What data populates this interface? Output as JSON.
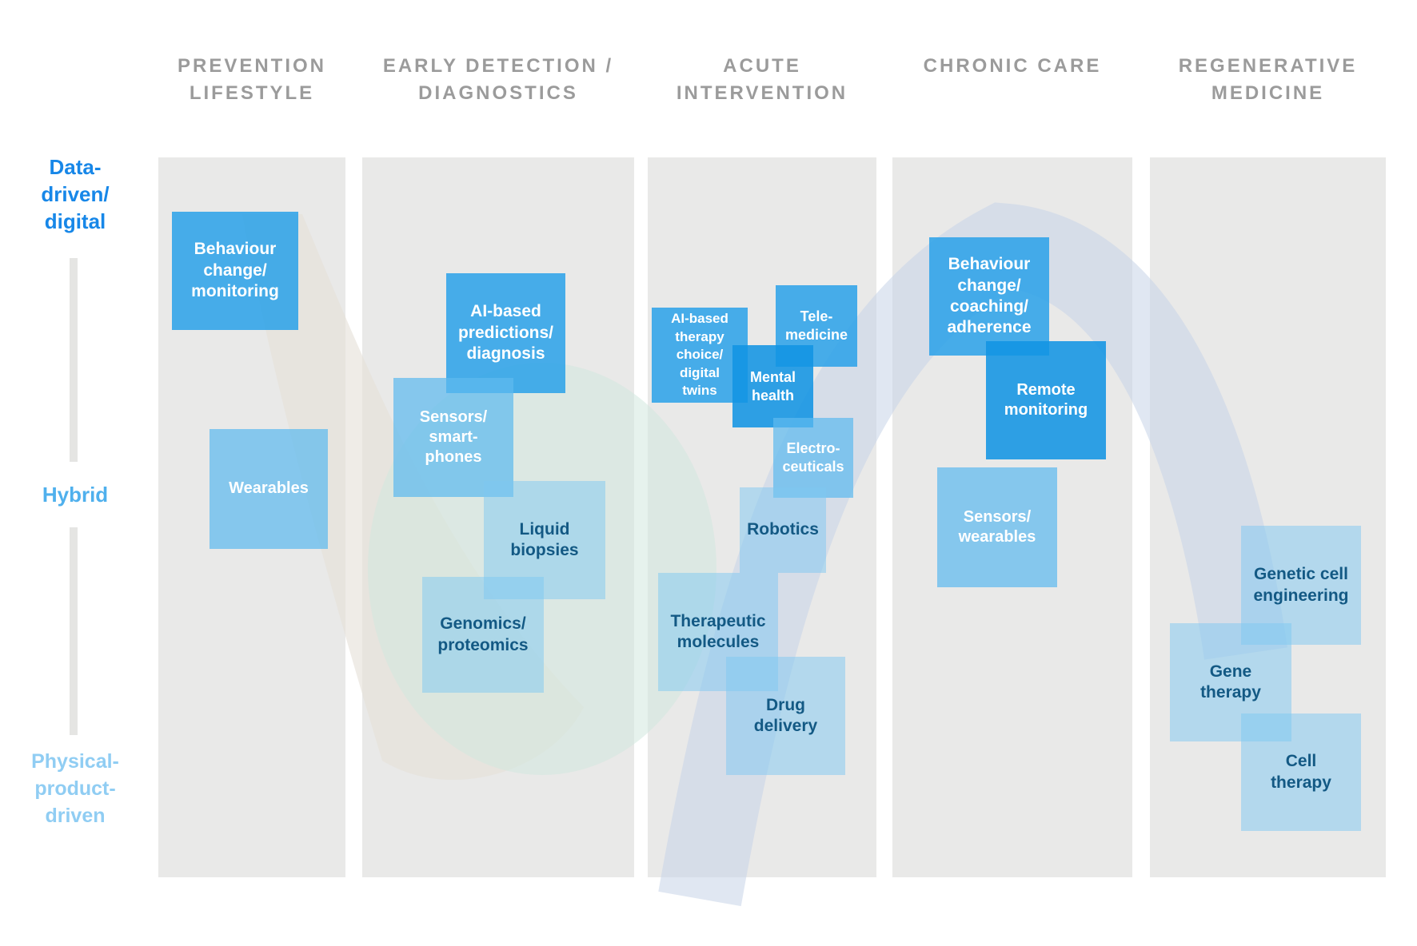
{
  "diagram_title": "",
  "colors": {
    "header-color": "#9b9b9b",
    "label-data": "#1787e8",
    "label-hybrid": "#4fb0ed",
    "label-physical": "#90cdf3",
    "col-bg": "#e9e9e8",
    "box-strong-blue": "#52b2e9",
    "box-darker-blue": "#35a3e4",
    "box-mid-blue": "#a0d4f1",
    "box-soft-blue": "#bedff5",
    "box-dark-text": "#135984",
    "wedge-beige": "#e5e1d9",
    "blob-teal": "#d2e8de",
    "ribbon-blue": "#c7d4e8"
  },
  "columns": [
    {
      "id": "prevention",
      "label": "PREVENTION\nLIFESTYLE"
    },
    {
      "id": "early-detection",
      "label": "EARLY  DETECTION /\nDIAGNOSTICS"
    },
    {
      "id": "acute-intervention",
      "label": "ACUTE\nINTERVENTION"
    },
    {
      "id": "chronic-care",
      "label": "CHRONIC CARE"
    },
    {
      "id": "regenerative-medicine",
      "label": "REGENERATIVE\nMEDICINE"
    }
  ],
  "row_labels": [
    {
      "id": "data-driven-digital",
      "label": "Data-\ndriven/\ndigital"
    },
    {
      "id": "hybrid",
      "label": "Hybrid"
    },
    {
      "id": "physical-product-driven",
      "label": "Physical-\nproduct-\ndriven"
    }
  ],
  "boxes": [
    {
      "id": "behaviour-change-monitoring",
      "column": "prevention",
      "label": "Behaviour\nchange/\nmonitoring"
    },
    {
      "id": "wearables",
      "column": "prevention",
      "label": "Wearables"
    },
    {
      "id": "ai-based-predictions-diagnosis",
      "column": "early-detection",
      "label": "AI-based\npredictions/\ndiagnosis"
    },
    {
      "id": "sensors-smartphones",
      "column": "early-detection",
      "label": "Sensors/\nsmart-\nphones"
    },
    {
      "id": "liquid-biopsies",
      "column": "early-detection",
      "label": "Liquid\nbiopsies"
    },
    {
      "id": "genomics-proteomics",
      "column": "early-detection",
      "label": "Genomics/\nproteomics"
    },
    {
      "id": "ai-based-therapy-choice-digital-twins",
      "column": "acute-intervention",
      "label": "AI-based\ntherapy\nchoice/\ndigital\ntwins"
    },
    {
      "id": "telemedicine",
      "column": "acute-intervention",
      "label": "Tele-\nmedicine"
    },
    {
      "id": "mental-health",
      "column": "acute-intervention",
      "label": "Mental\nhealth"
    },
    {
      "id": "electroceuticals",
      "column": "acute-intervention",
      "label": "Electro-\nceuticals"
    },
    {
      "id": "robotics",
      "column": "acute-intervention",
      "label": "Robotics"
    },
    {
      "id": "therapeutic-molecules",
      "column": "acute-intervention",
      "label": "Therapeutic\nmolecules"
    },
    {
      "id": "drug-delivery",
      "column": "acute-intervention",
      "label": "Drug\ndelivery"
    },
    {
      "id": "behaviour-change-coaching-adherence",
      "column": "chronic-care",
      "label": "Behaviour\nchange/\ncoaching/\nadherence"
    },
    {
      "id": "remote-monitoring",
      "column": "chronic-care",
      "label": "Remote\nmonitoring"
    },
    {
      "id": "sensors-wearables",
      "column": "chronic-care",
      "label": "Sensors/\nwearables"
    },
    {
      "id": "genetic-cell-engineering",
      "column": "regenerative-medicine",
      "label": "Genetic cell\nengineering"
    },
    {
      "id": "gene-therapy",
      "column": "regenerative-medicine",
      "label": "Gene\ntherapy"
    },
    {
      "id": "cell-therapy",
      "column": "regenerative-medicine",
      "label": "Cell\ntherapy"
    }
  ]
}
